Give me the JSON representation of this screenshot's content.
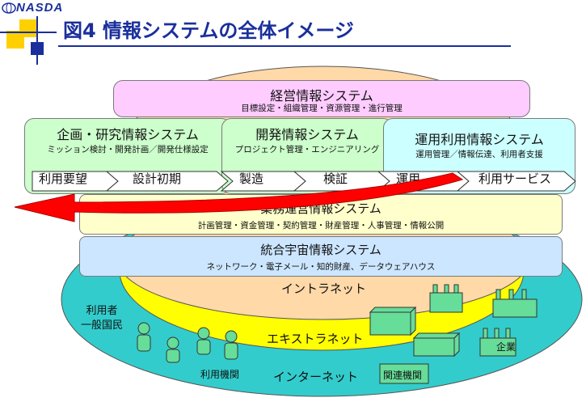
{
  "header": {
    "logo_text": "NASDA",
    "title": "図4 情報システムの全体イメージ"
  },
  "systems": {
    "management": {
      "title": "経営情報システム",
      "subtitle": "目標設定・組織管理・資源管理・進行管理"
    },
    "planning": {
      "title": "企画・研究情報システム",
      "subtitle": "ミッション検討・開発計画／開発仕様設定"
    },
    "development": {
      "title": "開発情報システム",
      "subtitle": "プロジェクト管理・エンジニアリング"
    },
    "operations": {
      "title": "運用利用情報システム",
      "subtitle": "運用管理／情報伝達、利用者支援"
    },
    "business": {
      "title": "業務運営情報システム",
      "subtitle": "計画管理・資金管理・契約管理・財産管理・人事管理・情報公開"
    },
    "integrated": {
      "title": "統合宇宙情報システム",
      "subtitle": "ネットワーク・電子メール・知的財産、データウェアハウス"
    }
  },
  "lifecycle": [
    "利用要望",
    "設計初期",
    "製造",
    "検証",
    "運用",
    "利用サービス"
  ],
  "networks": {
    "intranet": "イントラネット",
    "extranet": "エキストラネット",
    "internet": "インターネット"
  },
  "labels": {
    "users": "利用者\n一般国民",
    "user_institutions": "利用機関",
    "related_institutions": "関連機関",
    "companies": "企業"
  },
  "colors": {
    "title_blue": "#1a2f9c",
    "internet": "#33cccc",
    "extranet": "#ffff00",
    "intranet_dome": "#ffd9a8",
    "management": "#ffccff",
    "planning_dev": "#ccffcc",
    "operations": "#ccffff",
    "business": "#ffffcc",
    "integrated": "#cce6ff",
    "arrow": "#ff0000",
    "buildings": "#66dd99"
  }
}
